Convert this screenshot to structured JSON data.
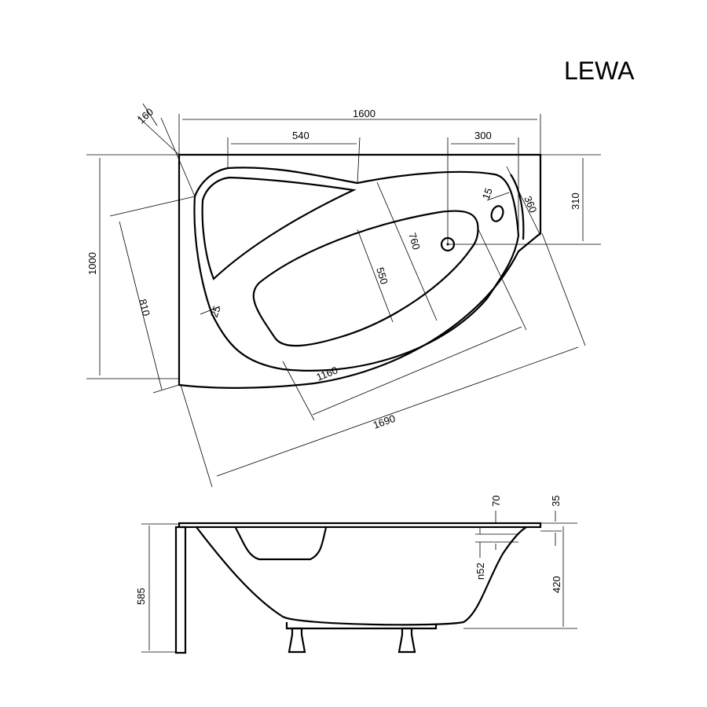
{
  "title": "LEWA",
  "top_view": {
    "dim_width": "1600",
    "dim_backrest_width": "540",
    "dim_drain_offset": "300",
    "dim_corner": "160",
    "dim_drain_depth": "310",
    "dim_depth": "1000",
    "dim_left_side": "810",
    "dim_inner_length_diag": "760",
    "dim_bowl_width": "550",
    "dim_bowl_length": "1160",
    "dim_diagonal_length": "1690",
    "dim_rim": "25",
    "dim_overflow_offset": "15",
    "dim_right_side": "360"
  },
  "side_view": {
    "dim_total_height": "585",
    "dim_inner_depth": "420",
    "dim_rim_thickness": "35",
    "dim_overflow_top": "70",
    "dim_overflow_dia": "n52"
  }
}
